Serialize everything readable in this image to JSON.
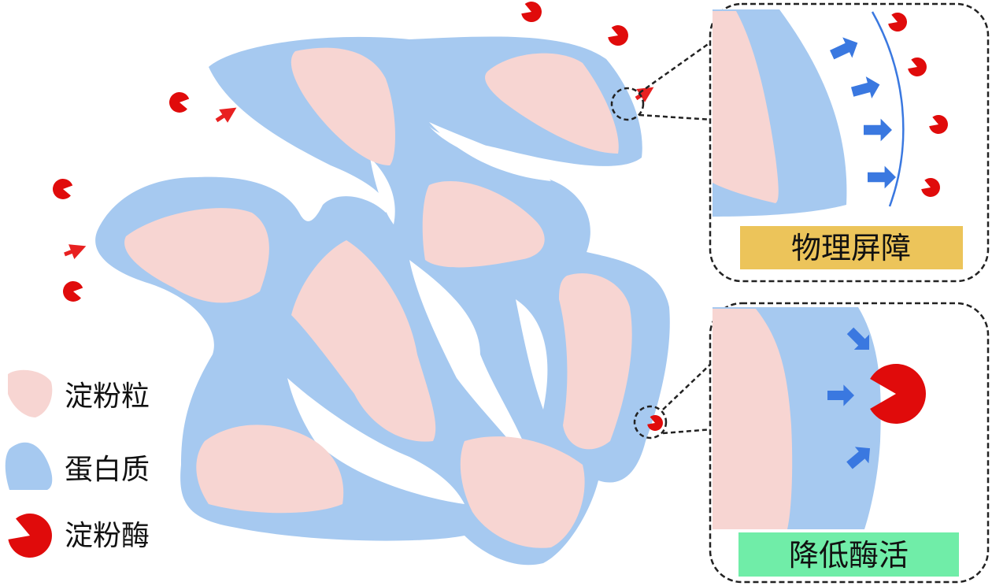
{
  "colors": {
    "protein": "#a6c9f0",
    "starch": "#f7d5d2",
    "enzyme": "#e00b0b",
    "arrow_red": "#e82020",
    "arrow_blue": "#3a78e0",
    "barrier_label_bg": "#ecc45a",
    "activity_label_bg": "#70eda8"
  },
  "legend": {
    "items": [
      {
        "icon": "starch-granule-icon",
        "label": "淀粉粒"
      },
      {
        "icon": "protein-icon",
        "label": "蛋白质"
      },
      {
        "icon": "amylase-icon",
        "label": "淀粉酶"
      }
    ]
  },
  "insets": {
    "barrier": {
      "label": "物理屏障"
    },
    "activity": {
      "label": "降低酶活"
    }
  }
}
